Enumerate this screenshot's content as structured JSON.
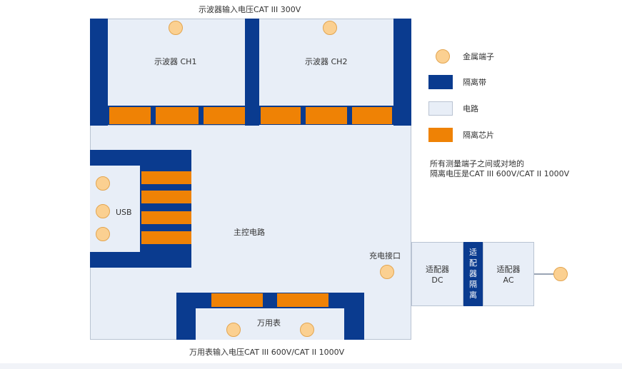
{
  "labels": {
    "top_title": "示波器输入电压CAT III 300V",
    "ch1": "示波器 CH1",
    "ch2": "示波器 CH2",
    "main_circuit": "主控电路",
    "usb": "USB",
    "charge_port": "充电接口",
    "multimeter": "万用表",
    "bottom_title": "万用表输入电压CAT III 600V/CAT II 1000V",
    "adapter_dc_line1": "适配器",
    "adapter_dc_line2": "DC",
    "adapter_isolation_vertical": "适配器隔离",
    "adapter_ac_line1": "适配器",
    "adapter_ac_line2": "AC"
  },
  "legend": {
    "items": [
      {
        "label": "金属端子",
        "swatch": "terminal",
        "color": "#fbd091"
      },
      {
        "label": "隔离带",
        "swatch": "band",
        "color": "#0a3b8f"
      },
      {
        "label": "电路",
        "swatch": "circuit",
        "color": "#e8eef7"
      },
      {
        "label": "隔离芯片",
        "swatch": "chip",
        "color": "#ef8205"
      }
    ],
    "note_line1": "所有测量端子之间或对地的",
    "note_line2": "隔离电压是CAT III 600V/CAT II 1000V"
  },
  "colors": {
    "isolation_band": "#0a3b8f",
    "isolation_chip": "#ef8205",
    "circuit": "#e8eef7",
    "terminal": "#fbd091"
  }
}
